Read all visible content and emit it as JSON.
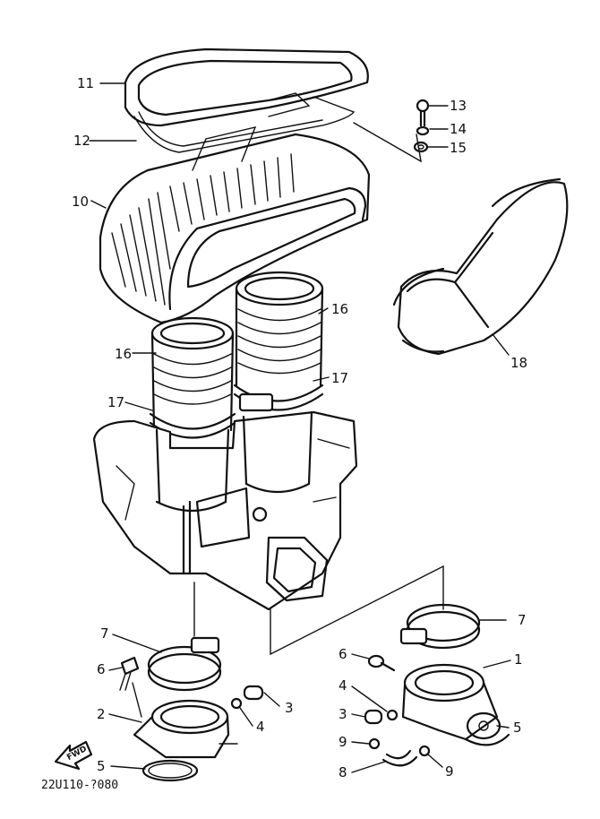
{
  "callouts": {
    "c1": "1",
    "c2": "2",
    "c3a": "3",
    "c3b": "3",
    "c4a": "4",
    "c4b": "4",
    "c5a": "5",
    "c5b": "5",
    "c6a": "6",
    "c6b": "6",
    "c7a": "7",
    "c7b": "7",
    "c8": "8",
    "c9a": "9",
    "c9b": "9",
    "c10": "10",
    "c11": "11",
    "c12": "12",
    "c13": "13",
    "c14": "14",
    "c15": "15",
    "c16a": "16",
    "c16b": "16",
    "c17a": "17",
    "c17b": "17",
    "c18": "18"
  },
  "forward_arrow_label": "FWD",
  "diagram_code": "22U110-?080"
}
